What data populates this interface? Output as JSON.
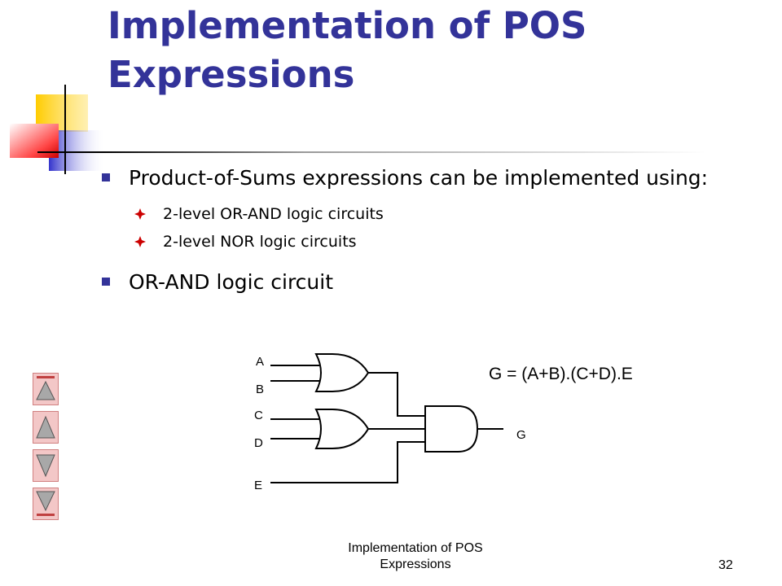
{
  "slide": {
    "title_line1": "Implementation of POS",
    "title_line2": "Expressions",
    "bullets": [
      {
        "text": "Product-of-Sums expressions can be implemented using:",
        "sub": [
          "2-level OR-AND logic circuits",
          "2-level NOR logic circuits"
        ]
      },
      {
        "text": "OR-AND logic circuit"
      }
    ],
    "circuit": {
      "inputs": [
        "A",
        "B",
        "C",
        "D",
        "E"
      ],
      "output": "G",
      "equation": "G = (A+B).(C+D).E"
    },
    "footer_line1": "Implementation of POS",
    "footer_line2": "Expressions",
    "page_number": "32",
    "nav_buttons": [
      "first-slide",
      "previous-slide",
      "next-slide",
      "last-slide"
    ],
    "colors": {
      "title": "#333399",
      "bullet": "#333399",
      "diamond": "#cc0000",
      "deco_yellow": "#ffcc00",
      "deco_red": "#ff3333",
      "deco_blue": "#3333cc",
      "nav_fill": "#f3c7c7"
    }
  }
}
